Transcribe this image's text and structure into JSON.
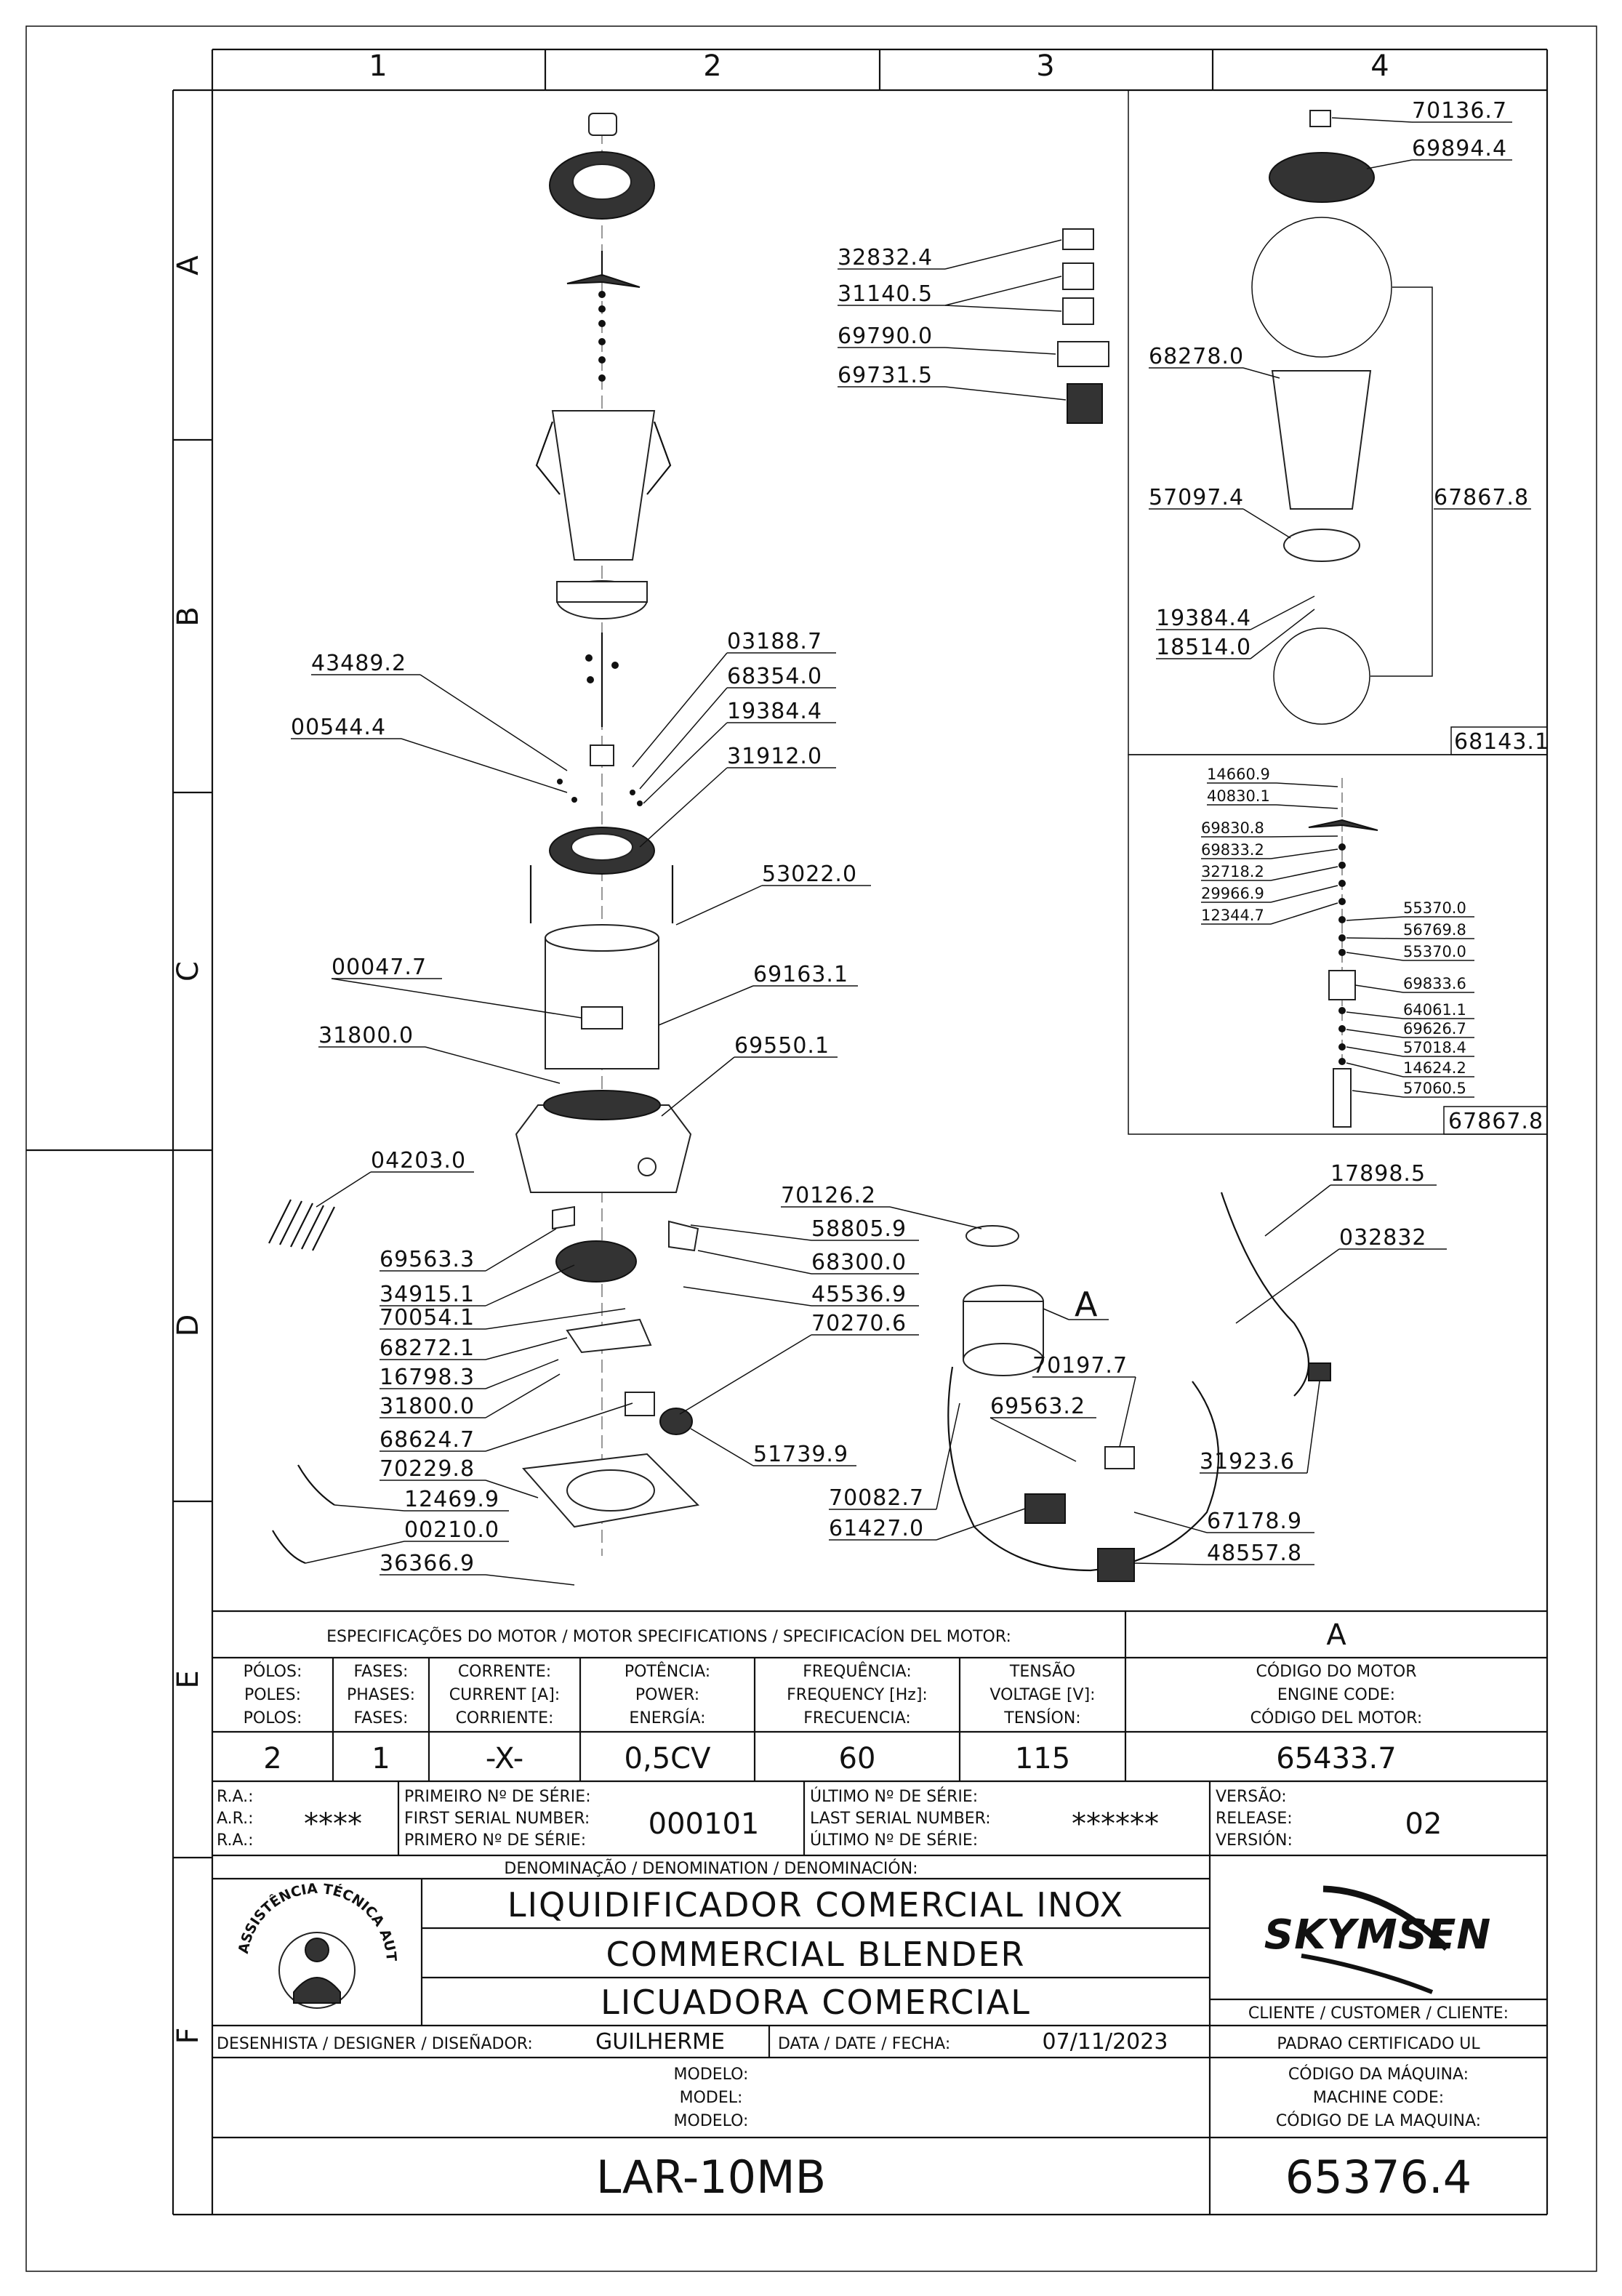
{
  "grid": {
    "columns": [
      "1",
      "2",
      "3",
      "4"
    ],
    "rows": [
      "A",
      "B",
      "C",
      "D",
      "E",
      "F"
    ]
  },
  "callouts_main": [
    "43489.2",
    "00544.4",
    "03188.7",
    "68354.0",
    "19384.4",
    "31912.0",
    "53022.0",
    "00047.7",
    "69163.1",
    "31800.0",
    "69550.1",
    "04203.0",
    "69563.3",
    "34915.1",
    "70054.1",
    "68272.1",
    "16798.3",
    "31800.0",
    "68624.7",
    "70229.8",
    "12469.9",
    "00210.0",
    "36366.9",
    "70126.2",
    "58805.9",
    "68300.0",
    "45536.9",
    "70270.6",
    "51739.9",
    "70082.7",
    "61427.0",
    "70197.7",
    "69563.2",
    "17898.5",
    "032832",
    "31923.6",
    "67178.9",
    "48557.8"
  ],
  "callouts_labels": [
    "32832.4",
    "31140.5",
    "69790.0",
    "69731.5"
  ],
  "detail_a": {
    "callouts": [
      "70136.7",
      "69894.4",
      "68278.0",
      "67867.8",
      "57097.4",
      "19384.4",
      "18514.0"
    ],
    "ref": "68143.1"
  },
  "detail_b": {
    "callouts_left": [
      "14660.9",
      "40830.1",
      "69830.8",
      "69833.2",
      "32718.2",
      "29966.9",
      "12344.7"
    ],
    "callouts_right": [
      "55370.0",
      "56769.8",
      "55370.0",
      "69833.6",
      "64061.1",
      "69626.7",
      "57018.4",
      "14624.2",
      "57060.5"
    ],
    "ref": "67867.8"
  },
  "view_marker": "A",
  "specs": {
    "header": "ESPECIFICAÇÕES DO MOTOR / MOTOR SPECIFICATIONS / SPECIFICACÍON DEL MOTOR:",
    "view": "A",
    "columns": [
      {
        "label": [
          "PÓLOS:",
          "POLES:",
          "POLOS:"
        ],
        "value": "2"
      },
      {
        "label": [
          "FASES:",
          "PHASES:",
          "FASES:"
        ],
        "value": "1"
      },
      {
        "label": [
          "CORRENTE:",
          "CURRENT [A]:",
          "CORRIENTE:"
        ],
        "value": "-X-"
      },
      {
        "label": [
          "POTÊNCIA:",
          "POWER:",
          "ENERGÍA:"
        ],
        "value": "0,5CV"
      },
      {
        "label": [
          "FREQUÊNCIA:",
          "FREQUENCY [Hz]:",
          "FRECUENCIA:"
        ],
        "value": "60"
      },
      {
        "label": [
          "TENSÃO",
          "VOLTAGE [V]:",
          "TENSÍON:"
        ],
        "value": "115"
      },
      {
        "label": [
          "CÓDIGO DO MOTOR",
          "ENGINE CODE:",
          "CÓDIGO DEL MOTOR:"
        ],
        "value": "65433.7"
      }
    ]
  },
  "serial": {
    "ra_labels": [
      "R.A.:",
      "A.R.:",
      "R.A.:"
    ],
    "ra_value": "****",
    "first_labels": [
      "PRIMEIRO Nº DE SÉRIE:",
      "FIRST SERIAL NUMBER:",
      "PRIMERO Nº DE SÉRIE:"
    ],
    "first_value": "000101",
    "last_labels": [
      "ÚLTIMO Nº DE SÉRIE:",
      "LAST SERIAL NUMBER:",
      "ÚLTIMO Nº DE SÉRIE:"
    ],
    "last_value": "******",
    "version_labels": [
      "VERSÃO:",
      "RELEASE:",
      "VERSIÓN:"
    ],
    "version_value": "02"
  },
  "title_block": {
    "denomination_label": "DENOMINAÇÃO / DENOMINATION / DENOMINACIÓN:",
    "names": [
      "LIQUIDIFICADOR COMERCIAL INOX",
      "COMMERCIAL BLENDER",
      "LICUADORA COMERCIAL"
    ],
    "stamp_text": "ASSISTÊNCIA TÉCNICA AUTORIZADA",
    "brand": "SKYMSEN",
    "client_label": "CLIENTE / CUSTOMER / CLIENTE:",
    "client_value": "PADRAO CERTIFICADO UL",
    "designer_label": "DESENHISTA / DESIGNER / DISEÑADOR:",
    "designer_value": "GUILHERME",
    "date_label": "DATA / DATE / FECHA:",
    "date_value": "07/11/2023",
    "model_labels": [
      "MODELO:",
      "MODEL:",
      "MODELO:"
    ],
    "model_value": "LAR-10MB",
    "machine_code_labels": [
      "CÓDIGO DA MÁQUINA:",
      "MACHINE CODE:",
      "CÓDIGO DE LA MAQUINA:"
    ],
    "machine_code_value": "65376.4"
  }
}
